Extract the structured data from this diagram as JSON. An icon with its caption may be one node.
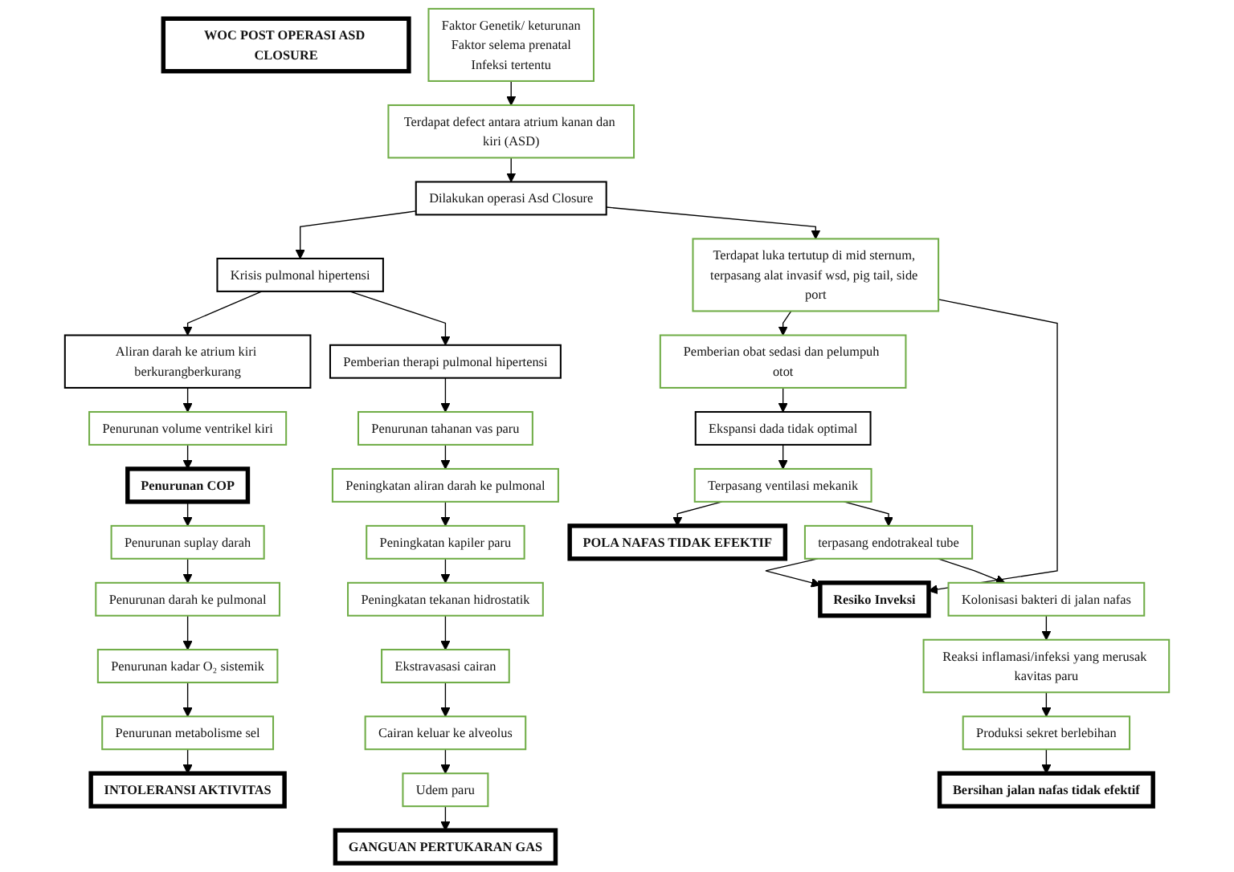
{
  "diagram": {
    "nodes": [
      {
        "text": [
          "WOC POST OPERASI ASD CLOSURE"
        ]
      },
      {
        "text": [
          "Faktor Genetik/ keturunan",
          "Faktor selema prenatal",
          "Infeksi tertentu"
        ]
      },
      {
        "text": [
          "Terdapat defect antara atrium kanan dan kiri (ASD)"
        ]
      },
      {
        "text": [
          "Dilakukan operasi Asd Closure"
        ]
      },
      {
        "text": [
          "Krisis pulmonal hipertensi"
        ]
      },
      {
        "text": [
          "Terdapat luka tertutup di mid sternum, terpasang alat invasif wsd, pig tail, side port"
        ]
      },
      {
        "text": [
          "Aliran darah ke atrium kiri berkurangberkurang"
        ]
      },
      {
        "text": [
          "Pemberian therapi pulmonal hipertensi"
        ]
      },
      {
        "text": [
          "Pemberian obat sedasi dan pelumpuh otot"
        ]
      },
      {
        "text": [
          "Penurunan volume ventrikel kiri"
        ]
      },
      {
        "text": [
          "Penurunan tahanan vas paru"
        ]
      },
      {
        "text": [
          "Ekspansi dada tidak optimal"
        ]
      },
      {
        "text": [
          "Penurunan COP"
        ]
      },
      {
        "text": [
          "Penurunan suplay darah"
        ]
      },
      {
        "text": [
          "Peningkatan aliran darah ke pulmonal"
        ]
      },
      {
        "text": [
          "Terpasang ventilasi mekanik"
        ]
      },
      {
        "text": [
          "Peningkatan kapiler paru"
        ]
      },
      {
        "text": [
          "POLA NAFAS TIDAK EFEKTIF"
        ]
      },
      {
        "text": [
          "terpasang endotrakeal tube"
        ]
      },
      {
        "text": [
          "Resiko Inveksi"
        ]
      },
      {
        "text": [
          "Penurunan darah ke pulmonal"
        ]
      },
      {
        "text": [
          "Peningkatan tekanan hidrostatik"
        ]
      },
      {
        "text": [
          "Kolonisasi bakteri di jalan nafas"
        ]
      },
      {
        "text": [
          "Penurunan kadar O₂ sistemik"
        ]
      },
      {
        "text": [
          "Ekstravasasi cairan"
        ]
      },
      {
        "text": [
          "Penurunan metabolisme sel"
        ]
      },
      {
        "text": [
          "Cairan keluar ke alveolus"
        ]
      },
      {
        "text": [
          "Reaksi inflamasi/infeksi yang merusak kavitas paru"
        ]
      },
      {
        "text": [
          "INTOLERANSI AKTIVITAS"
        ]
      },
      {
        "text": [
          "Udem paru"
        ]
      },
      {
        "text": [
          "Produksi sekret berlebihan"
        ]
      },
      {
        "text": [
          "GANGUAN PERTUKARAN GAS"
        ]
      },
      {
        "text": [
          "Bersihan jalan nafas tidak efektif"
        ]
      }
    ],
    "edges": [
      {
        "from": 1,
        "to": 2,
        "arrow": "to"
      },
      {
        "from": 2,
        "to": 3,
        "arrow": "to"
      },
      {
        "from": 3,
        "to": 4,
        "arrow": "to"
      },
      {
        "from": 3,
        "to": 5,
        "arrow": "to"
      },
      {
        "from": 4,
        "to": 6,
        "arrow": "to"
      },
      {
        "from": 4,
        "to": 7,
        "arrow": "to"
      },
      {
        "from": 6,
        "to": 9,
        "arrow": "to"
      },
      {
        "from": 9,
        "to": 12,
        "arrow": "to"
      },
      {
        "from": 12,
        "to": 13,
        "arrow": "to"
      },
      {
        "from": 13,
        "to": 20,
        "arrow": "to"
      },
      {
        "from": 20,
        "to": 23,
        "arrow": "to"
      },
      {
        "from": 23,
        "to": 25,
        "arrow": "to"
      },
      {
        "from": 25,
        "to": 28,
        "arrow": "to"
      },
      {
        "from": 7,
        "to": 10,
        "arrow": "to"
      },
      {
        "from": 10,
        "to": 14,
        "arrow": "to"
      },
      {
        "from": 14,
        "to": 16,
        "arrow": "to"
      },
      {
        "from": 16,
        "to": 21,
        "arrow": "to"
      },
      {
        "from": 21,
        "to": 24,
        "arrow": "to"
      },
      {
        "from": 24,
        "to": 26,
        "arrow": "to"
      },
      {
        "from": 26,
        "to": 29,
        "arrow": "to"
      },
      {
        "from": 29,
        "to": 31,
        "arrow": "to"
      },
      {
        "from": 5,
        "to": 8,
        "arrow": "to"
      },
      {
        "from": 5,
        "to": 19,
        "arrow": "to"
      },
      {
        "from": 8,
        "to": 11,
        "arrow": "to"
      },
      {
        "from": 11,
        "to": 15,
        "arrow": "to"
      },
      {
        "from": 15,
        "to": 17,
        "arrow": "to"
      },
      {
        "from": 15,
        "to": 18,
        "arrow": "to"
      },
      {
        "from": 18,
        "to": 19,
        "arrow": "to"
      },
      {
        "from": 18,
        "to": 22,
        "arrow": "to"
      },
      {
        "from": 22,
        "to": 27,
        "arrow": "to"
      },
      {
        "from": 27,
        "to": 30,
        "arrow": "to"
      },
      {
        "from": 30,
        "to": 32,
        "arrow": "to"
      }
    ]
  }
}
